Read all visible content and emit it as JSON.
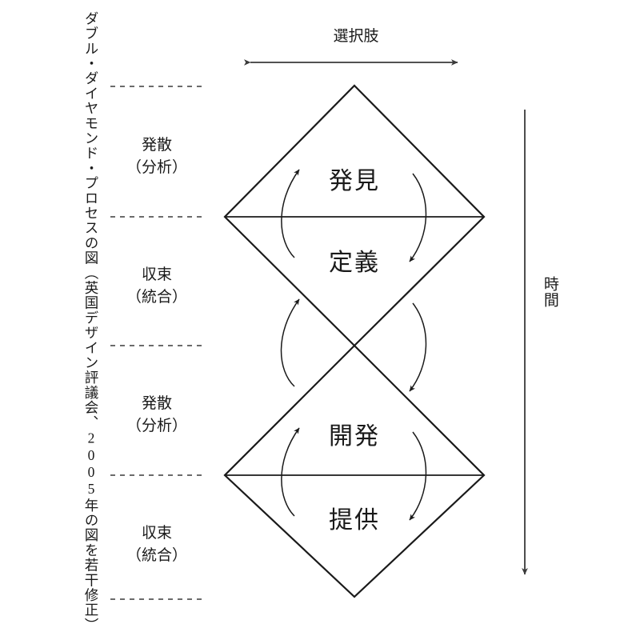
{
  "caption": {
    "text": "ダブル・ダイヤモンド・プロセスの図（英国デザイン評議会、2005年の図を若干修正）"
  },
  "axes": {
    "horizontal_label": "選択肢",
    "vertical_label": "時間",
    "horizontal_arrow": "double-headed-horizontal-arrow",
    "vertical_arrow": "downward-arrow"
  },
  "phases": [
    {
      "name": "発散",
      "qualifier": "（分析）",
      "label": "発散\n（分析）"
    },
    {
      "name": "収束",
      "qualifier": "（統合）",
      "label": "収束\n（統合）"
    },
    {
      "name": "発散",
      "qualifier": "（分析）",
      "label": "発散\n（分析）"
    },
    {
      "name": "収束",
      "qualifier": "（統合）",
      "label": "収束\n（統合）"
    }
  ],
  "diamonds": [
    {
      "upper_stage": "発見",
      "lower_stage": "定義"
    },
    {
      "upper_stage": "開発",
      "lower_stage": "提供"
    }
  ],
  "colors": {
    "stroke": "#1a1a1a",
    "arrow": "#3a3a3a",
    "dash": "#3a3a3a",
    "background": "#ffffff",
    "text": "#1a1a1a"
  }
}
